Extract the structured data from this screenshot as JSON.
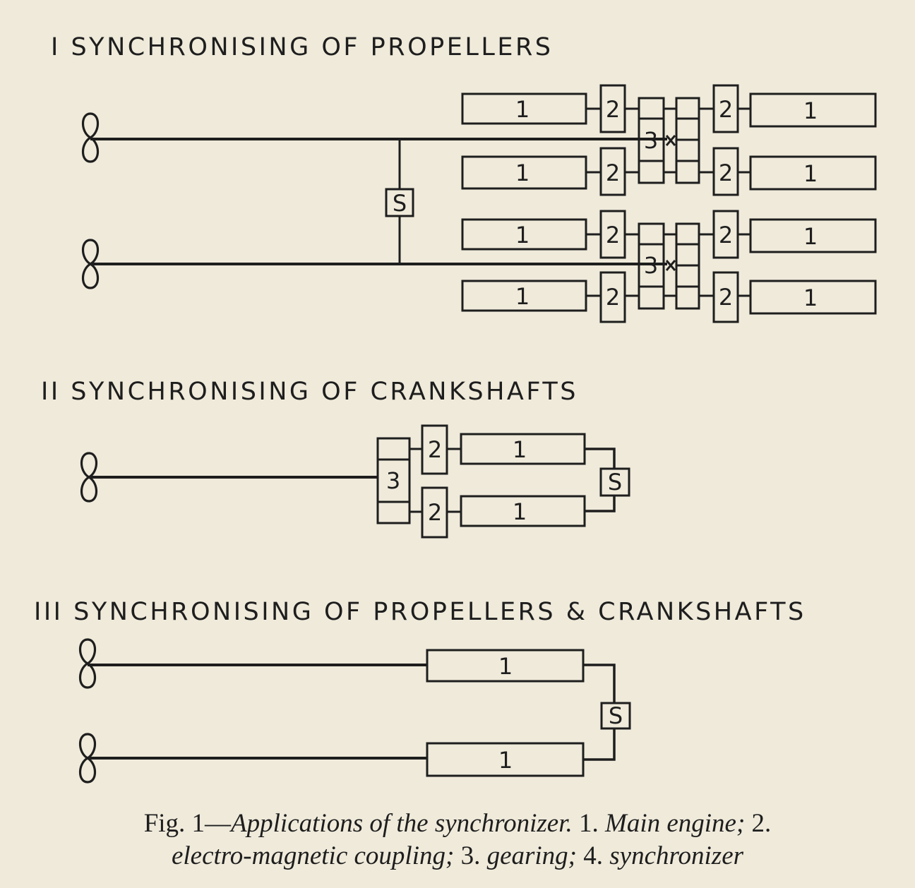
{
  "sections": [
    {
      "numeral": "I",
      "title": "SYNCHRONISING OF PROPELLERS"
    },
    {
      "numeral": "II",
      "title": "SYNCHRONISING OF CRANKSHAFTS"
    },
    {
      "numeral": "III",
      "title": "SYNCHRONISING OF PROPELLERS & CRANKSHAFTS"
    }
  ],
  "labels": {
    "main_engine": "1",
    "coupling": "2",
    "gearing": "3",
    "synchronizer": "S"
  },
  "caption": {
    "fig_label": "Fig. 1—",
    "line1_italic_a": "Applications of the synchronizer.",
    "line1_num_1": "1.",
    "line1_italic_b": "Main engine;",
    "line1_num_2": "2.",
    "line2_italic_a": "electro-magnetic coupling;",
    "line2_num_3": "3.",
    "line2_italic_b": "gearing;",
    "line2_num_4": "4.",
    "line2_italic_c": "synchronizer"
  },
  "colors": {
    "paper": "#efeada",
    "ink": "#1e1e1e"
  }
}
